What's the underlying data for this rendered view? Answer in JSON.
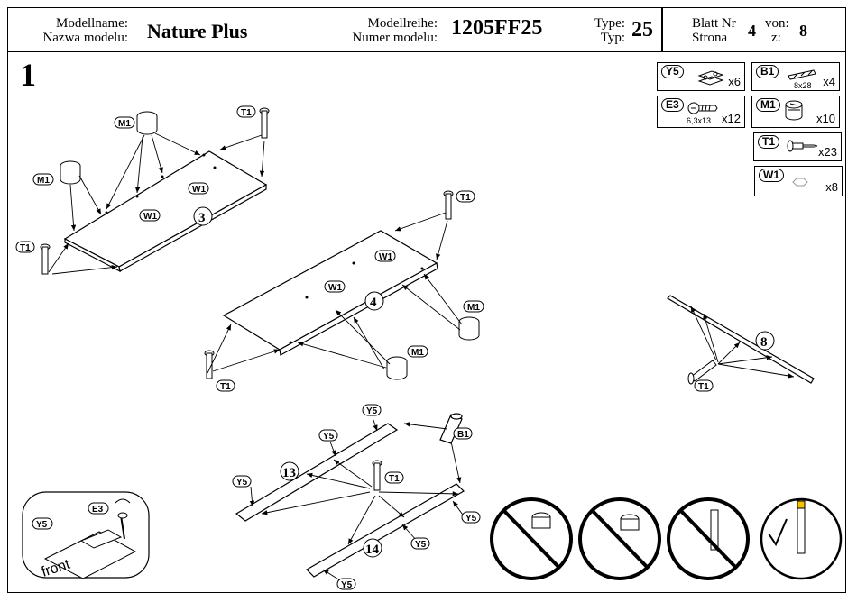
{
  "header": {
    "model_name_label_de": "Modellname:",
    "model_name_label_pl": "Nazwa modelu:",
    "model_name": "Nature Plus",
    "series_label_de": "Modellreihe:",
    "series_label_pl": "Numer modelu:",
    "series": "1205FF25",
    "type_label_de": "Type:",
    "type_label_pl": "Typ:",
    "type": "25",
    "sheet_label_de": "Blatt Nr",
    "sheet_label_pl": "Strona",
    "sheet": "4",
    "of_label_de": "von:",
    "of_label_pl": "z:",
    "of": "8"
  },
  "step_number": "1",
  "parts": [
    {
      "id": "Y5",
      "qty": "x6",
      "dim": "",
      "icon": "cam-plate-icon"
    },
    {
      "id": "B1",
      "qty": "x4",
      "dim": "8x28",
      "icon": "wood-dowel-icon"
    },
    {
      "id": "E3",
      "qty": "x12",
      "dim": "6,3x13",
      "icon": "screw-icon"
    },
    {
      "id": "M1",
      "qty": "x10",
      "dim": "",
      "icon": "cam-lock-icon"
    },
    {
      "id": "T1",
      "qty": "x23",
      "dim": "",
      "icon": "cam-bolt-icon"
    },
    {
      "id": "W1",
      "qty": "x8",
      "dim": "",
      "icon": "shelf-pin-icon"
    }
  ],
  "panels": {
    "p3": "3",
    "p4": "4",
    "p8": "8",
    "p13": "13",
    "p14": "14"
  },
  "tags": {
    "m1": "M1",
    "t1": "T1",
    "w1": "W1",
    "y5": "Y5",
    "b1": "B1",
    "e3": "E3"
  },
  "detail": {
    "front_label": "front"
  },
  "colors": {
    "ink": "#000000",
    "bolt_tip": "#f2c200"
  }
}
